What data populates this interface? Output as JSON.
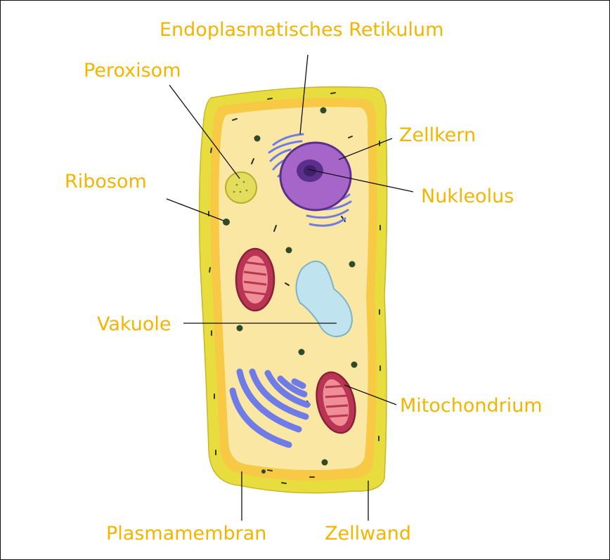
{
  "labels": {
    "er": "Endoplasmatisches Retikulum",
    "peroxisom": "Peroxisom",
    "zellkern": "Zellkern",
    "ribosom": "Ribosom",
    "nukleolus": "Nukleolus",
    "vakuole": "Vakuole",
    "mitochondrium": "Mitochondrium",
    "plasmamembran": "Plasmamembran",
    "zellwand": "Zellwand"
  },
  "colors": {
    "label_text": "#f5b400",
    "cell_wall": "#e8dd3e",
    "membrane": "#f7c944",
    "cytoplasm": "#fbe7a4",
    "nucleus": "#a665c9",
    "nucleolus": "#5b2f8c",
    "er_golgi": "#6f7be6",
    "mitochondrion_outer": "#b83553",
    "mitochondrion_inner": "#f08e98",
    "vacuole": "#bfe4ef",
    "peroxisome": "#e3dd5e",
    "ribosome": "#2f4a2a"
  }
}
